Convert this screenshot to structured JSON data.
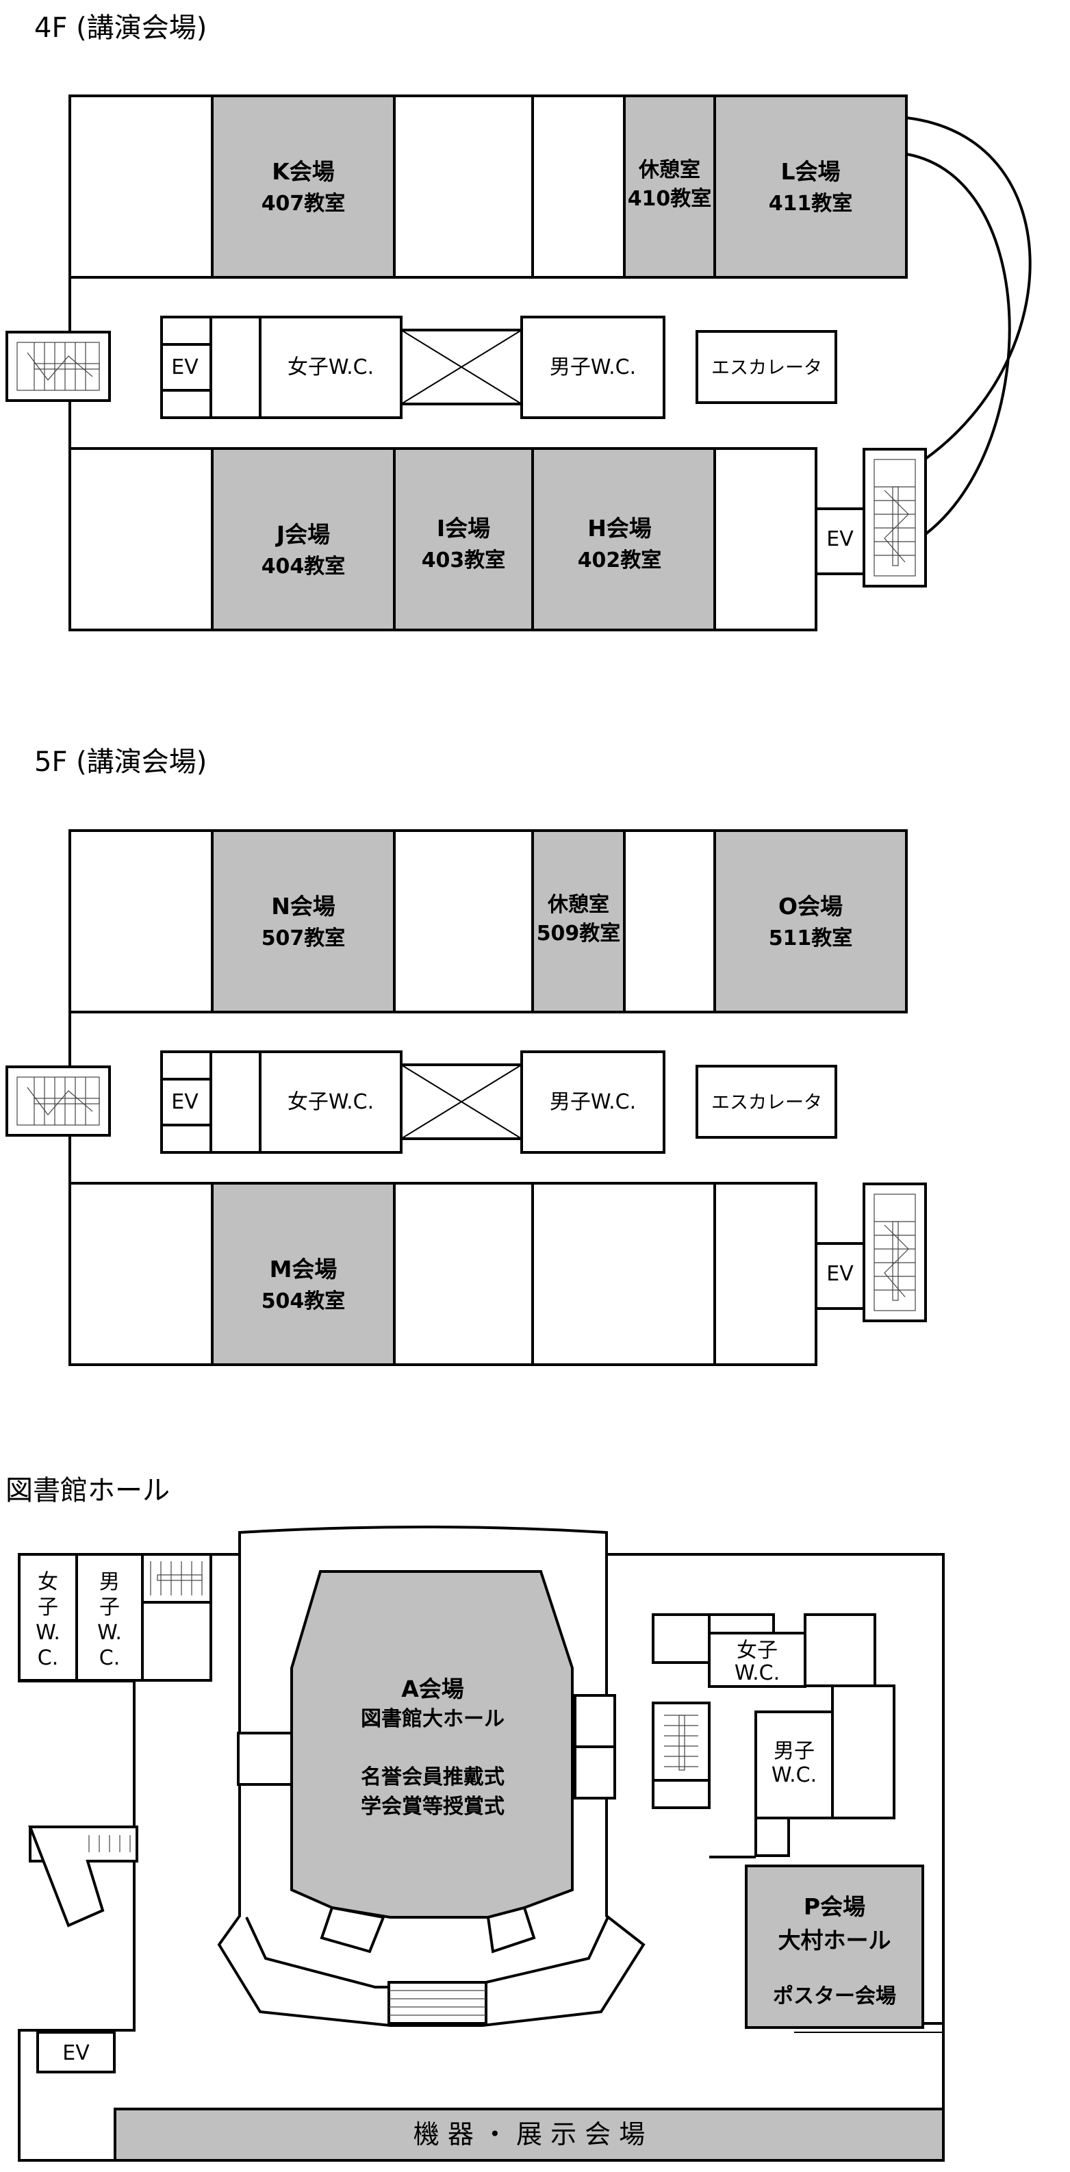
{
  "floor4": {
    "title": "4F (講演会場)",
    "rooms": {
      "k": {
        "name": "K会場",
        "room": "407教室"
      },
      "rest": {
        "name": "休憩室",
        "room": "410教室"
      },
      "l": {
        "name": "L会場",
        "room": "411教室"
      },
      "j": {
        "name": "J会場",
        "room": "404教室"
      },
      "i": {
        "name": "I会場",
        "room": "403教室"
      },
      "h": {
        "name": "H会場",
        "room": "402教室"
      }
    },
    "ev": "EV",
    "ev2": "EV",
    "womens_wc": "女子W.C.",
    "mens_wc": "男子W.C.",
    "escalator": "エスカレータ"
  },
  "floor5": {
    "title": "5F (講演会場)",
    "rooms": {
      "n": {
        "name": "N会場",
        "room": "507教室"
      },
      "rest": {
        "name": "休憩室",
        "room": "509教室"
      },
      "o": {
        "name": "O会場",
        "room": "511教室"
      },
      "m": {
        "name": "M会場",
        "room": "504教室"
      }
    },
    "ev": "EV",
    "ev2": "EV",
    "womens_wc": "女子W.C.",
    "mens_wc": "男子W.C.",
    "escalator": "エスカレータ"
  },
  "library": {
    "title": "図書館ホール",
    "womens_wc_left": [
      "女",
      "子",
      "W.",
      "C."
    ],
    "mens_wc_left": [
      "男",
      "子",
      "W.",
      "C."
    ],
    "hall_a": {
      "name": "A会場",
      "sub": "図書館大ホール",
      "event1": "名誉会員推戴式",
      "event2": "学会賞等授賞式"
    },
    "womens_wc_right": [
      "女子",
      "W.C."
    ],
    "mens_wc_right": [
      "男子",
      "W.C."
    ],
    "hall_p": {
      "name": "P会場",
      "sub": "大村ホール",
      "poster": "ポスター会場"
    },
    "ev": "EV",
    "exhibit": "機 器 ・ 展 示 会 場"
  }
}
